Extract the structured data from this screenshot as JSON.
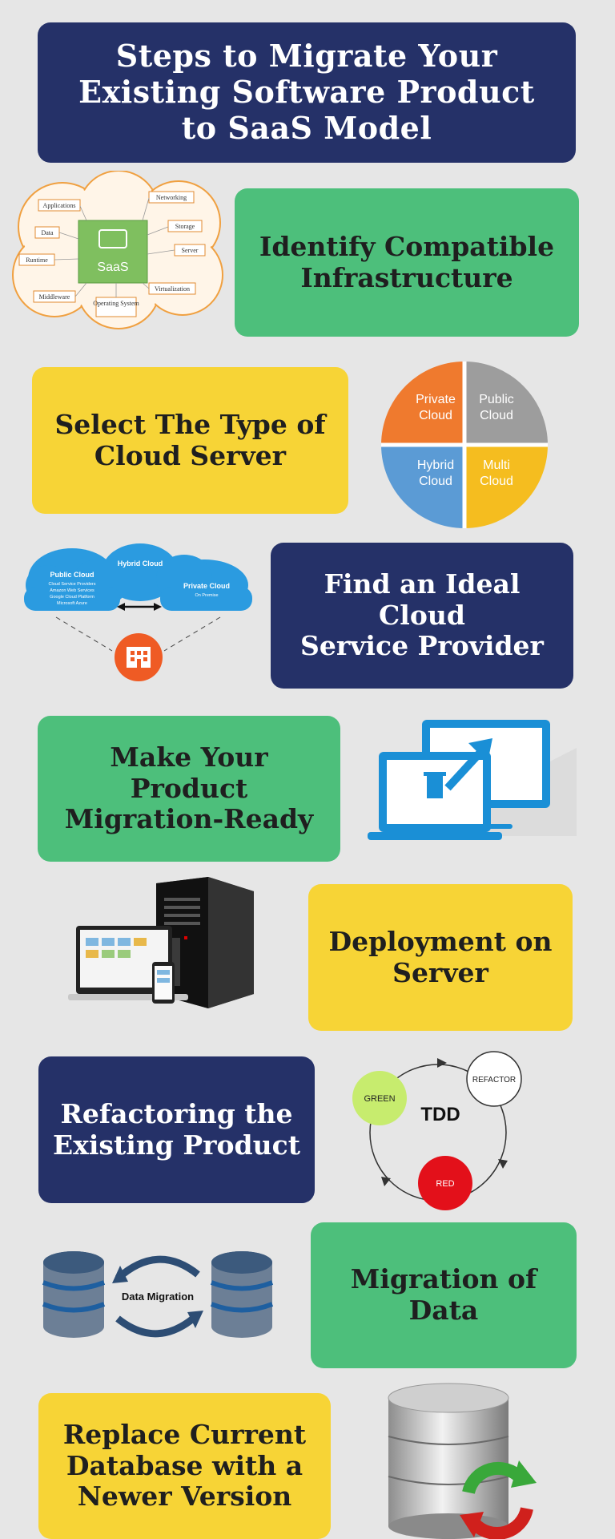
{
  "title": "Steps to Migrate Your\nExisting Software Product\nto SaaS Model",
  "steps": [
    {
      "label": "Identify Compatible\nInfrastructure"
    },
    {
      "label": "Select The Type of\nCloud Server"
    },
    {
      "label": "Find an Ideal Cloud\nService Provider"
    },
    {
      "label": "Make Your Product\nMigration-Ready"
    },
    {
      "label": "Deployment on\nServer"
    },
    {
      "label": "Refactoring the\nExisting Product"
    },
    {
      "label": "Migration of\nData"
    },
    {
      "label": "Replace Current\nDatabase with a\nNewer Version"
    }
  ],
  "saas": {
    "center": "SaaS",
    "items": [
      "Applications",
      "Networking",
      "Data",
      "Storage",
      "Runtime",
      "Server",
      "Middleware",
      "Operating\nSystem",
      "Virtualization"
    ]
  },
  "cloud_types": {
    "private": "Private\nCloud",
    "public": "Public\nCloud",
    "hybrid": "Hybrid\nCloud",
    "multi": "Multi\nCloud"
  },
  "provider": {
    "public_title": "Public Cloud",
    "public_lines": [
      "Cloud Service Providers",
      "Amazon Web Services",
      "Google Cloud Platform",
      "Microsoft Azure"
    ],
    "hybrid_title": "Hybrid Cloud",
    "private_title": "Private Cloud",
    "private_sub": "On Premise"
  },
  "tdd": {
    "center": "TDD",
    "green": "GREEN",
    "refactor": "REFACTOR",
    "red": "RED"
  },
  "data_migration": {
    "label": "Data Migration"
  },
  "colors": {
    "navy": "#253168",
    "green": "#4dbf7b",
    "yellow": "#f7d436",
    "background": "#e6e6e6"
  }
}
